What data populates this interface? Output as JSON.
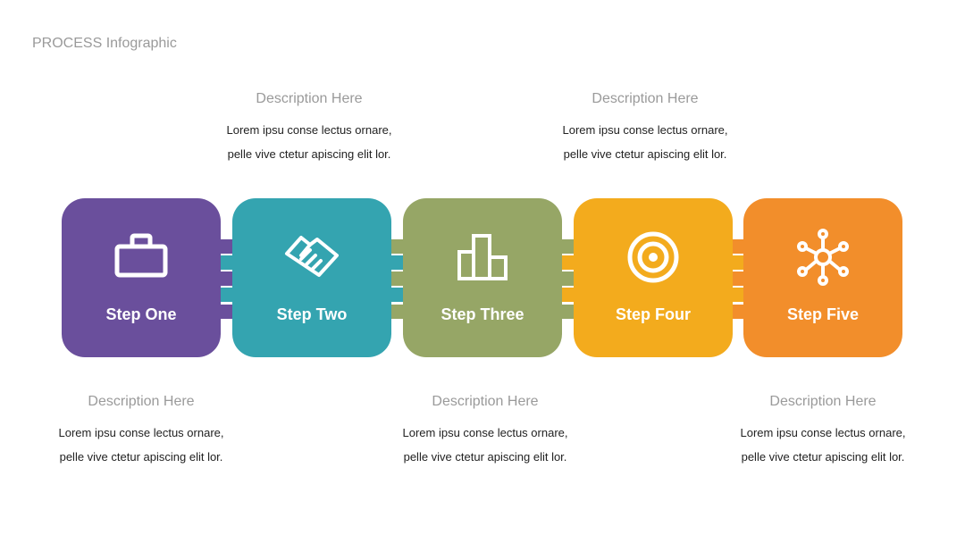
{
  "title": "PROCESS Infographic",
  "steps": [
    {
      "label": "Step One",
      "color": "#6a4f9c",
      "icon": "briefcase-icon"
    },
    {
      "label": "Step Two",
      "color": "#34a4b0",
      "icon": "handshake-icon"
    },
    {
      "label": "Step Three",
      "color": "#96a666",
      "icon": "bar-chart-icon"
    },
    {
      "label": "Step Four",
      "color": "#f3ab1d",
      "icon": "target-icon"
    },
    {
      "label": "Step Five",
      "color": "#f28e2b",
      "icon": "network-icon"
    }
  ],
  "descriptions": [
    {
      "title": "Description Here",
      "line1": "Lorem ipsu conse lectus ornare,",
      "line2": "pelle vive ctetur apiscing elit lor."
    },
    {
      "title": "Description Here",
      "line1": "Lorem ipsu conse lectus ornare,",
      "line2": "pelle vive ctetur apiscing elit lor."
    },
    {
      "title": "Description Here",
      "line1": "Lorem ipsu conse lectus ornare,",
      "line2": "pelle vive ctetur apiscing elit lor."
    },
    {
      "title": "Description Here",
      "line1": "Lorem ipsu conse lectus ornare,",
      "line2": "pelle vive ctetur apiscing elit lor."
    },
    {
      "title": "Description Here",
      "line1": "Lorem ipsu conse lectus ornare,",
      "line2": "pelle vive ctetur apiscing elit lor."
    }
  ]
}
